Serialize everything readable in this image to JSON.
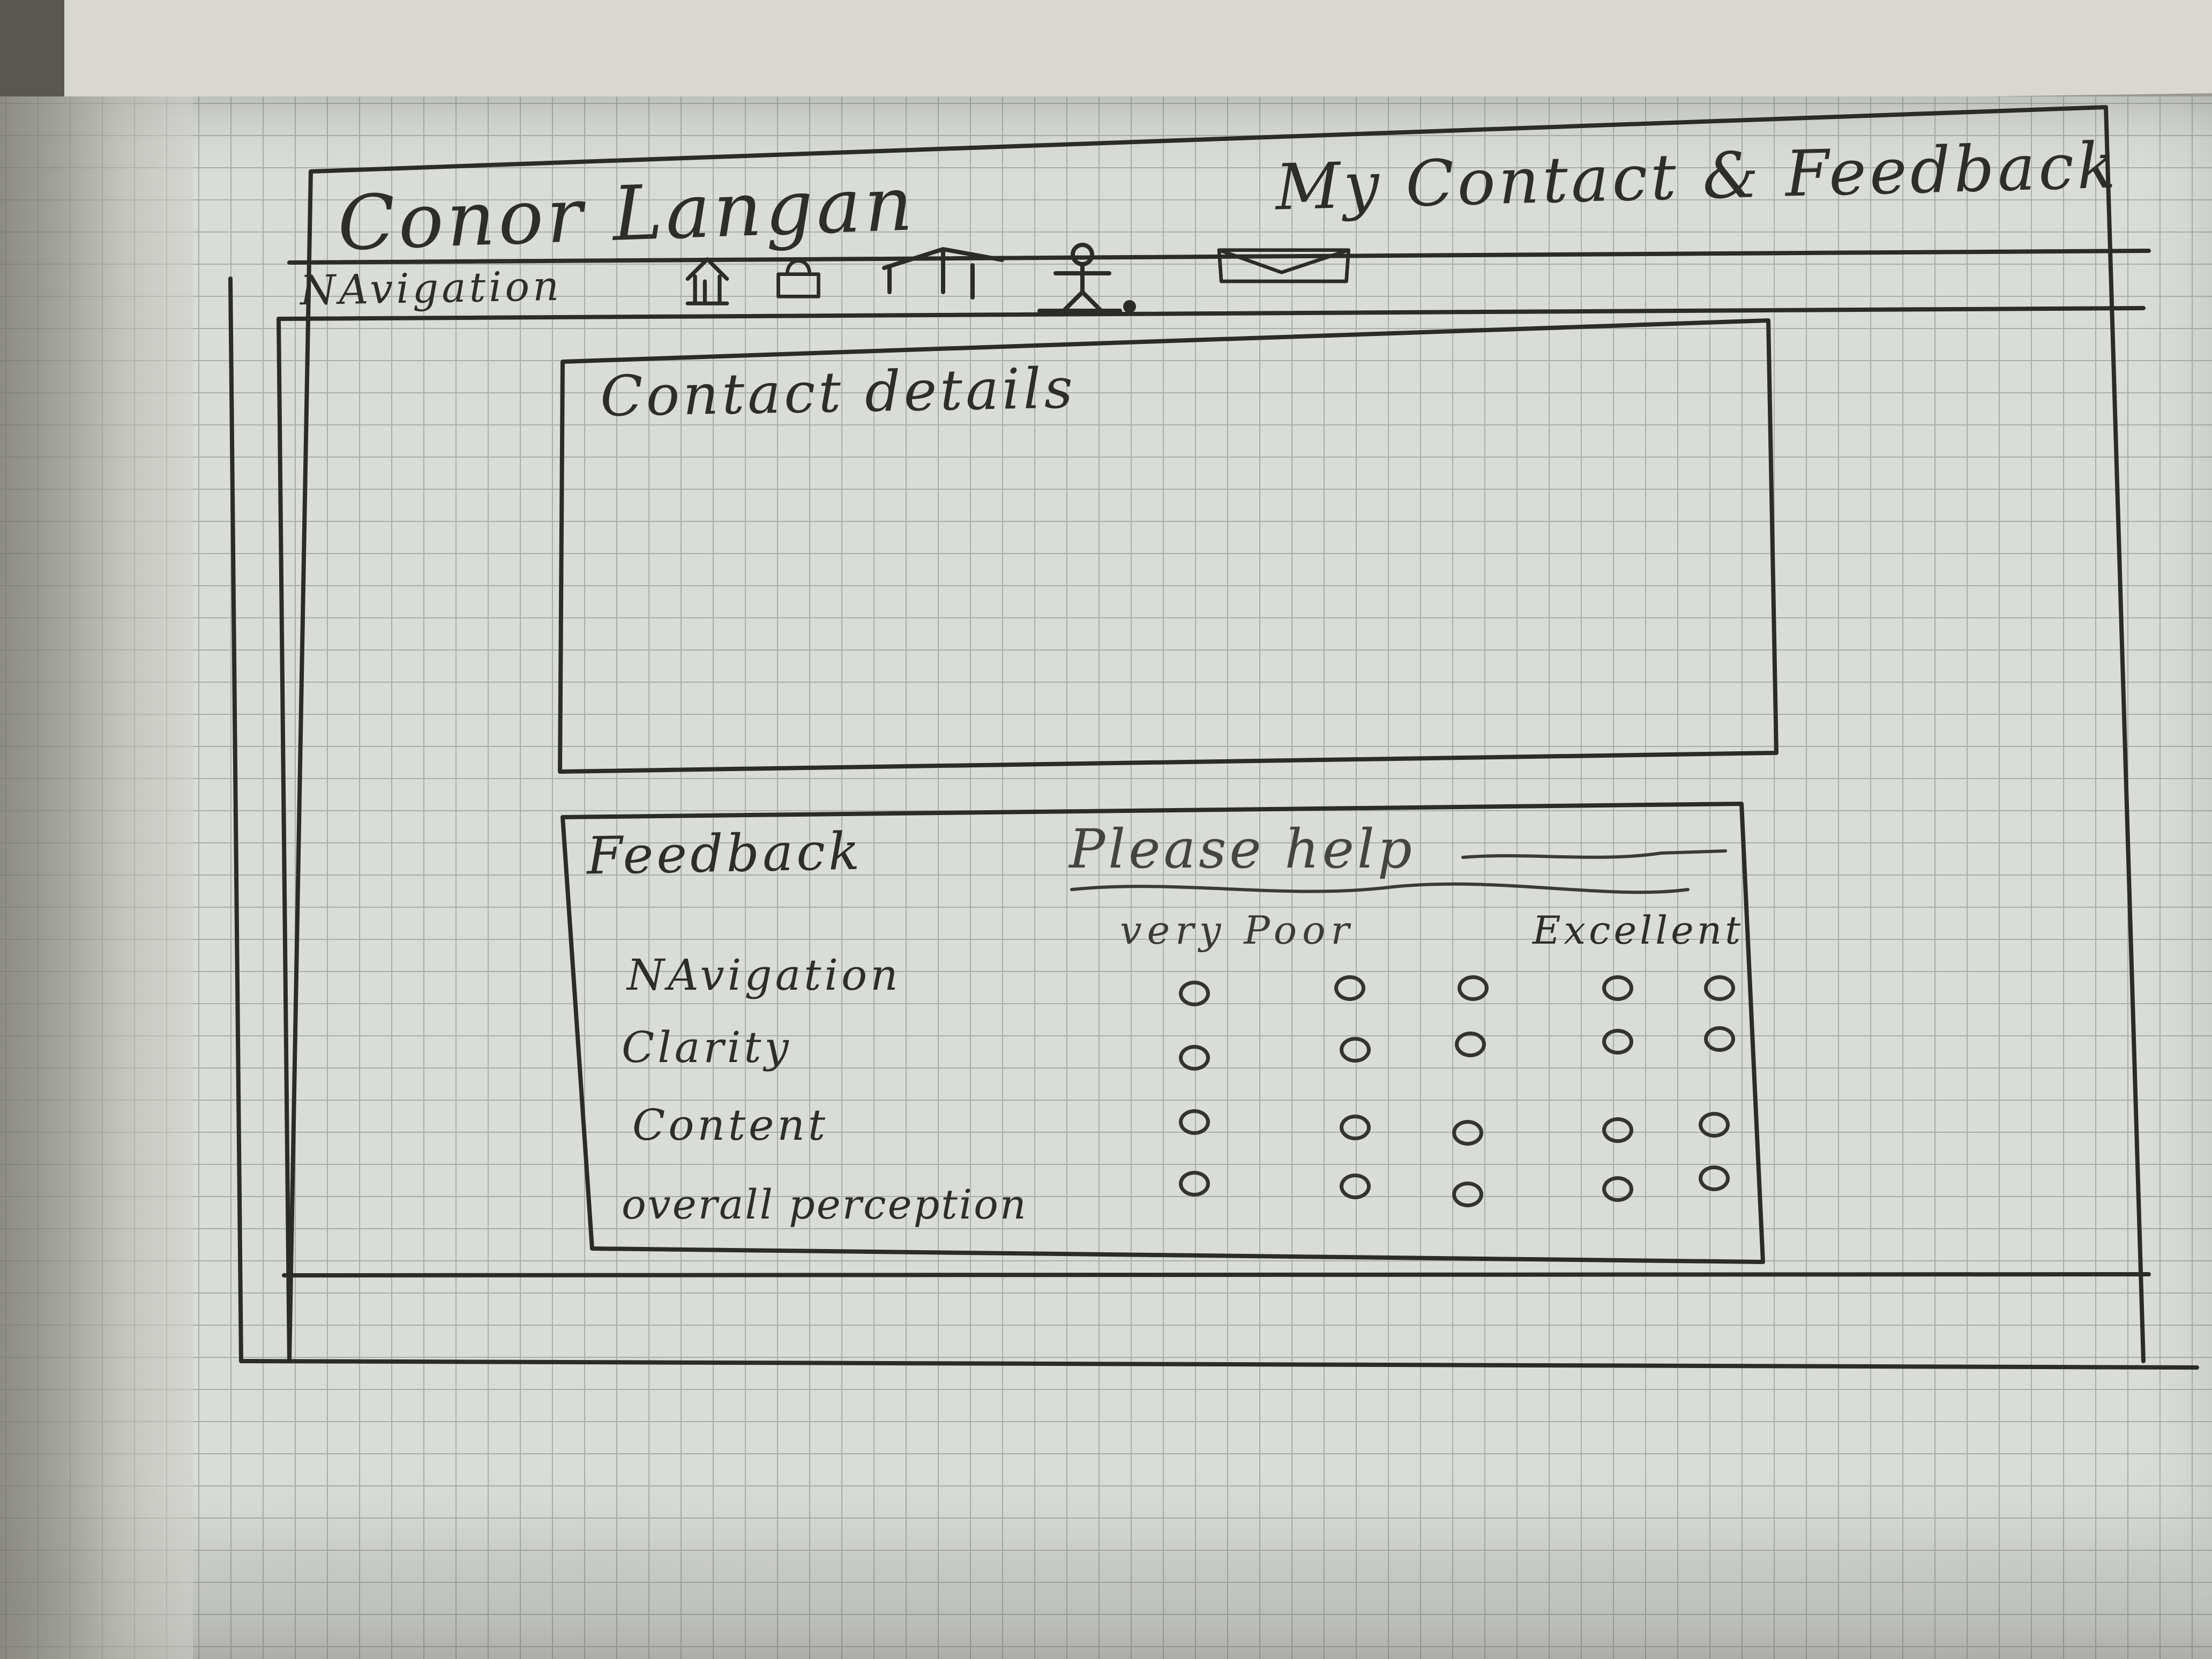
{
  "header": {
    "name": "Conor Langan",
    "page_title": "My Contact & Feedback"
  },
  "navigation": {
    "label": "NAvigation",
    "icons": [
      "home-icon",
      "lock-icon",
      "graduation-cap-icon",
      "person-icon",
      "mail-icon"
    ]
  },
  "contact": {
    "title": "Contact details"
  },
  "feedback": {
    "title": "Feedback",
    "prompt": "Please help",
    "scale_low": "very Poor",
    "scale_high": "Excellent",
    "rows": [
      {
        "label": "NAvigation"
      },
      {
        "label": "Clarity"
      },
      {
        "label": "Content"
      },
      {
        "label": "overall perception"
      }
    ]
  },
  "colors": {
    "ink": "#2b2b29",
    "paper": "#d9dcd7",
    "grid": "#a9aea8"
  }
}
